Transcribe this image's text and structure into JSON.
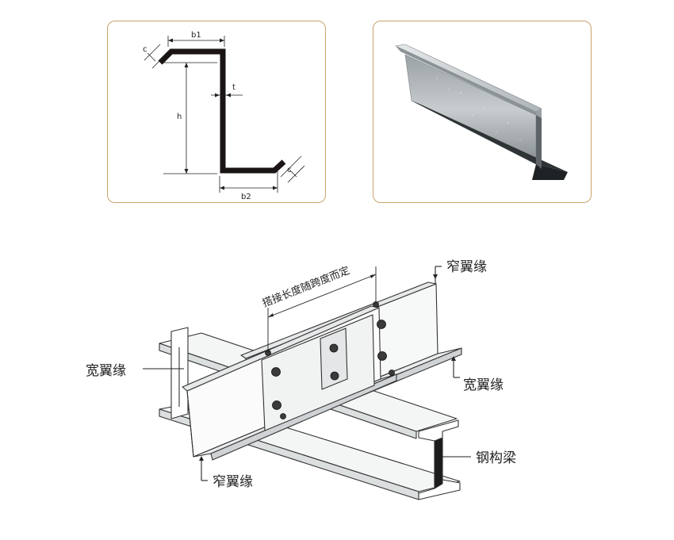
{
  "profile_dims": {
    "b1": "b1",
    "b2": "b2",
    "c_top": "c",
    "c_bottom": "c",
    "h": "h",
    "t": "t"
  },
  "assembly_labels": {
    "lap_length": "搭接长度随跨度而定",
    "narrow_flange_top": "窄翼缘",
    "wide_flange_left": "宽翼缘",
    "wide_flange_right": "宽翼缘",
    "steel_beam": "钢构梁",
    "narrow_flange_bottom": "窄翼缘"
  },
  "colors": {
    "panel_border": "#c9a46a",
    "profile_stroke": "#1a1414",
    "steel_light": "#d4d8da",
    "steel_dark": "#7b8286"
  }
}
